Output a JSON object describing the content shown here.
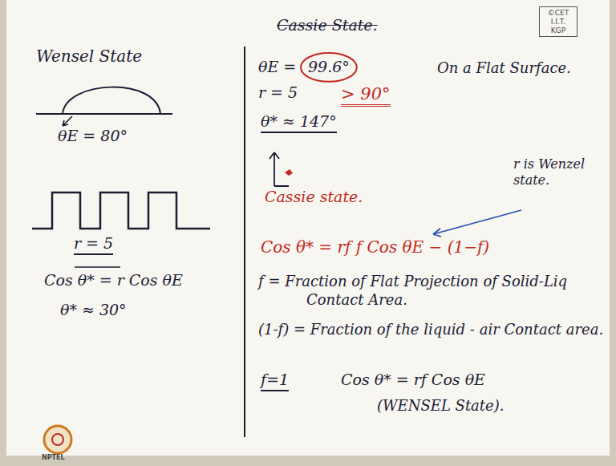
{
  "diagram": {
    "nodes": [
      {
        "text": [
          "©CET I.I.T. KGP"
        ]
      }
    ],
    "labels": [
      "Wensel State",
      "θE = 80°",
      "r = 5",
      "Cos θ* = r Cos θE",
      "θ* ≈ 30°",
      "Cassie State.",
      "θE =",
      "99.6°",
      "On a Flat Surface.",
      "r = 5",
      "> 90°",
      "θ* ≈ 147°",
      "Cassie state.",
      "r is Wenzel state.",
      "Cos θ* = rf f Cos θE − (1−f)",
      "f = Fraction of Flat Projection of Solid-Liq Contact Area.",
      "(1-f) = Fraction of the liquid - air Contact area.",
      "f=1",
      "Cos θ* = rf Cos θE",
      "(WENSEL State).",
      "NPTEL"
    ]
  }
}
